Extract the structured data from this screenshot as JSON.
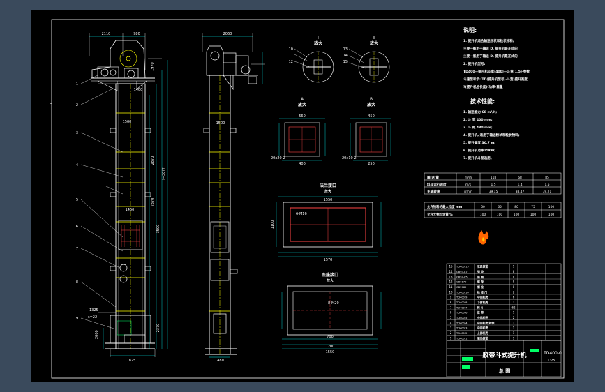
{
  "background_color": "#3a4a5c",
  "sheet": {
    "bg": "#000000",
    "line": "#ffffff",
    "accent": "#ffff00",
    "dimension": "#00ffff",
    "hidden": "#ff3333",
    "green": "#00ff66",
    "magenta": "#ff66ff"
  },
  "front_view": {
    "top_dims": [
      "2110",
      "980"
    ],
    "side_dims": [
      "1970",
      "1400"
    ],
    "mid_dims": [
      "1500",
      "2870",
      "2370",
      "3500",
      "1450",
      "2370"
    ],
    "height_dim": "H=30??",
    "foot_dims": [
      "1325",
      "2000",
      "s=22"
    ],
    "bottom_dim": "1825"
  },
  "side_view": {
    "top_dim": "2060",
    "mid_dim": "1500",
    "bottom_dim": "480"
  },
  "callouts": [
    "1",
    "2",
    "3",
    "4",
    "5",
    "6",
    "7",
    "8",
    "9"
  ],
  "detail_I": {
    "label": "I",
    "title": "放大",
    "marks": [
      "10",
      "11",
      "12"
    ]
  },
  "detail_II": {
    "label": "II",
    "title": "放大",
    "marks": [
      "13",
      "14",
      "15"
    ]
  },
  "section_A": {
    "label": "A",
    "title": "放大",
    "dims": [
      "560",
      "400",
      "20x20-2"
    ]
  },
  "section_B": {
    "label": "B",
    "title": "放大",
    "dims": [
      "450",
      "250",
      "20x10-2"
    ]
  },
  "flange_top": {
    "title": "法兰接口",
    "sub": "放大",
    "dims": [
      "1550",
      "1570",
      "1100",
      "6-M16"
    ]
  },
  "flange_bottom": {
    "title": "底座接口",
    "sub": "放大",
    "dims": [
      "700",
      "1200",
      "1550",
      "8-M20"
    ]
  },
  "notes": {
    "heading": "说明:",
    "lines": [
      "1. 提升机适合输送粉状和粒状物料;",
      "   主要一般用于输送 D, 提升机是正式的;",
      "   主要一般用于输送 D, 提升机是正式的;",
      "2. 提升机型号:",
      "   TD400—提升机斗宽(400)—斗速(1.5)·参数",
      "   斗速型号示: TD(提升机型号)-斗宽-提升高度",
      "   ?(提升机总长度)-功率-重量"
    ]
  },
  "tech": {
    "heading": "技术性能:",
    "lines": [
      "1. 输送能力 68 m³/h;",
      "2. 斗 宽 400 mm;",
      "3. 斗 距 480 mm;",
      "4. 提升机, 适用于输送粉状和粒状物料;",
      "5. 提升高度 30.7 m;",
      "6. 提升机功率15KW;",
      "7. 提升机斗型选用。"
    ]
  },
  "perf_table": {
    "rows": [
      {
        "label": "输 送 量",
        "unit": "m³/h",
        "values": [
          "118",
          "68",
          "85"
        ]
      },
      {
        "label": "料斗运行速度",
        "unit": "m/s",
        "values": [
          "1.5",
          "1.4",
          "1.5"
        ]
      },
      {
        "label": "主轴转速",
        "unit": "r/min",
        "values": [
          "39.15",
          "38.47",
          "39.21"
        ]
      }
    ]
  },
  "size_table": {
    "rows": [
      {
        "label": "允许物料的最大粒度",
        "unit": "mm",
        "values": [
          "50",
          "65",
          "80",
          "75",
          "100"
        ]
      },
      {
        "label": "允许大物料含量",
        "unit": "%",
        "values": [
          "100",
          "100",
          "100",
          "100",
          "100"
        ]
      }
    ]
  },
  "parts": [
    {
      "no": "15",
      "code": "TD400-15",
      "name": "张紧装置",
      "qty": "1"
    },
    {
      "no": "14",
      "code": "GB93-87",
      "name": "弹 垫",
      "qty": "8"
    },
    {
      "no": "13",
      "code": "GB97-85",
      "name": "垫 圈",
      "qty": "8"
    },
    {
      "no": "12",
      "code": "GB6170",
      "name": "螺 母",
      "qty": "8"
    },
    {
      "no": "11",
      "code": "GB5782",
      "name": "螺 栓",
      "qty": "8"
    },
    {
      "no": "10",
      "code": "TD400-10",
      "name": "检 修 门",
      "qty": "2"
    },
    {
      "no": "9",
      "code": "TD400-9",
      "name": "中间机壳",
      "qty": "6"
    },
    {
      "no": "8",
      "code": "TD400-8",
      "name": "下部机壳",
      "qty": "1"
    },
    {
      "no": "7",
      "code": "TD400-7",
      "name": "料 斗",
      "qty": "62"
    },
    {
      "no": "6",
      "code": "TD400-6",
      "name": "胶 带",
      "qty": "1"
    },
    {
      "no": "5",
      "code": "TD400-5",
      "name": "中间机壳",
      "qty": "2"
    },
    {
      "no": "4",
      "code": "TD400-4",
      "name": "中间机壳(检修)",
      "qty": "1"
    },
    {
      "no": "3",
      "code": "TD400-3",
      "name": "中间机壳",
      "qty": "1"
    },
    {
      "no": "2",
      "code": "TD400-2",
      "name": "上部机壳",
      "qty": "1"
    },
    {
      "no": "1",
      "code": "TD400-1",
      "name": "驱动装置",
      "qty": "1"
    }
  ],
  "title_block": {
    "drawing_no": "TD400-0",
    "product": "胶带斗式提升机",
    "drawing_name": "总 图",
    "scale": "1:25"
  }
}
